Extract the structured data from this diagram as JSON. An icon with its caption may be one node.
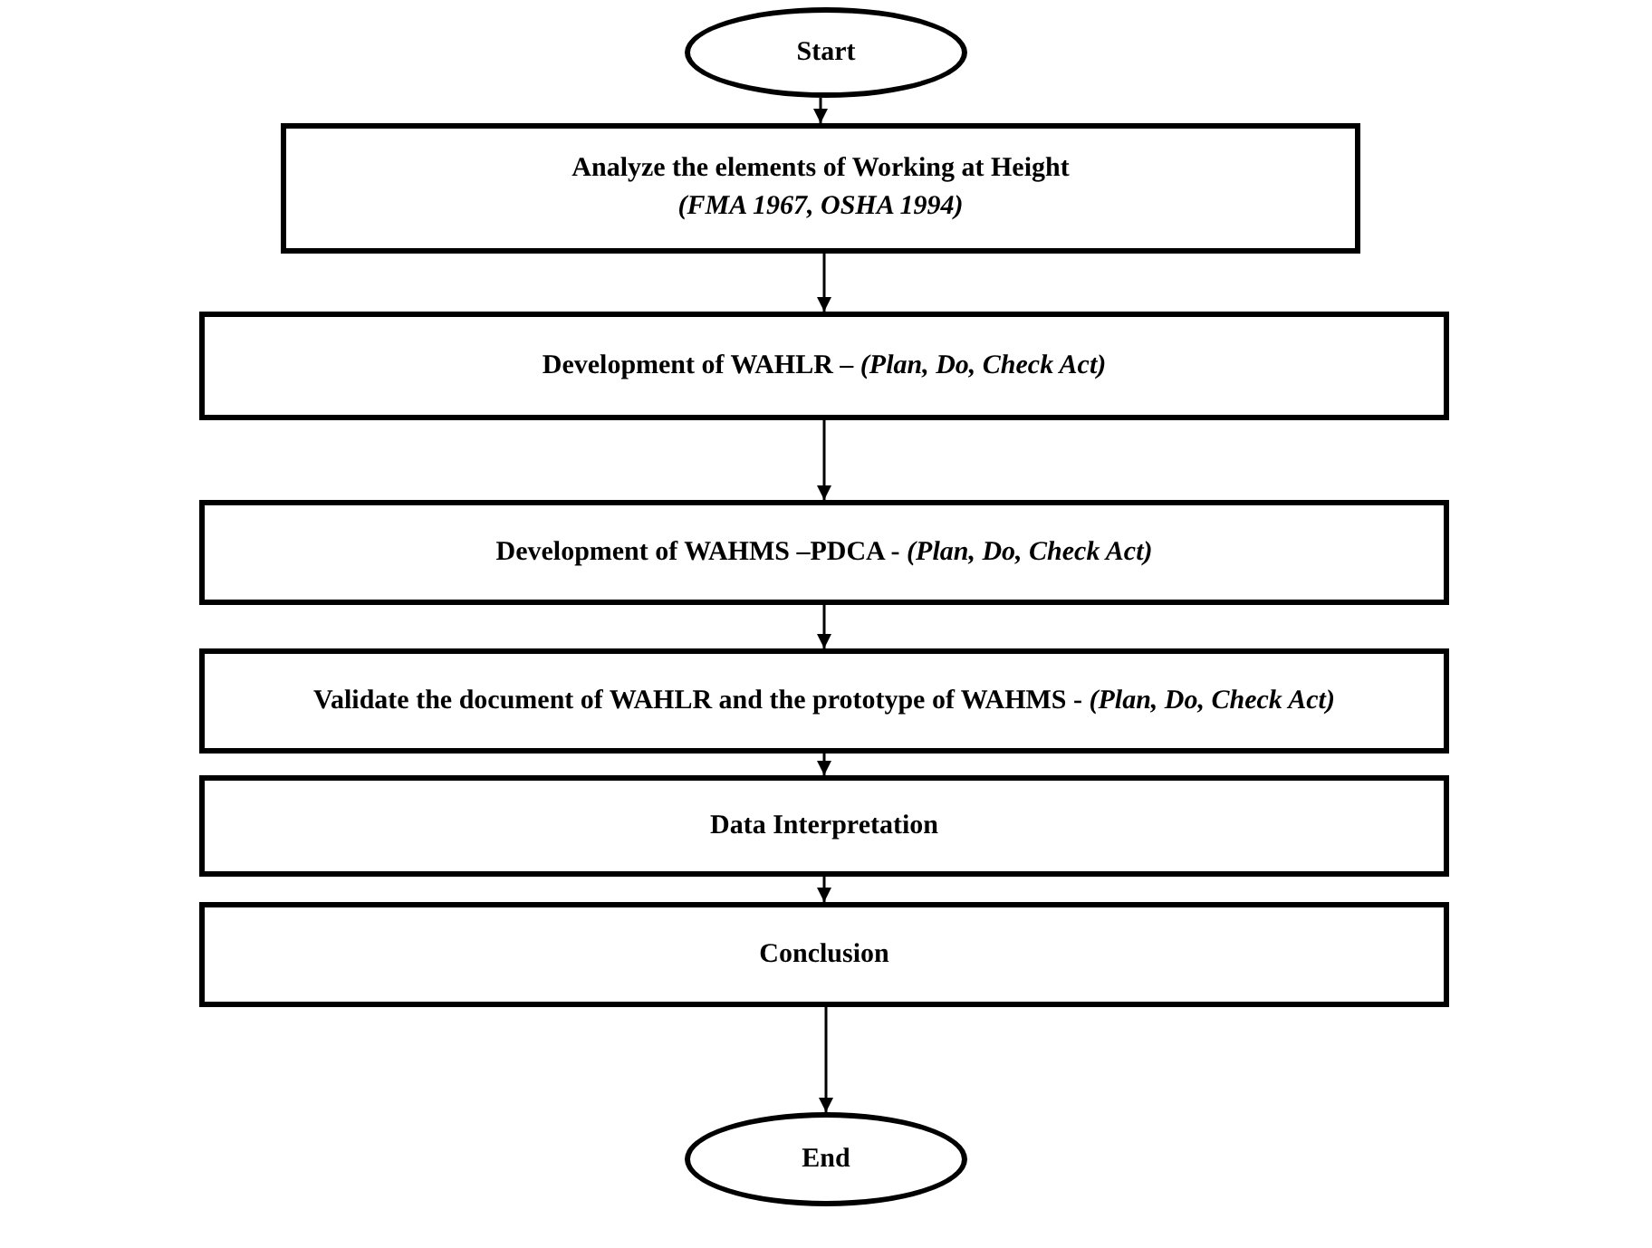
{
  "diagram": {
    "nodes": [
      {
        "text": [
          "Start"
        ]
      },
      {
        "text": [
          "Analyze the elements of Working at Height",
          "(FMA 1967, OSHA 1994)"
        ]
      },
      {
        "text": [
          "Development of WAHLR – *(Plan, Do, Check Act)*"
        ]
      },
      {
        "text": [
          "Development of WAHMS –PDCA - *(Plan, Do, Check Act)*"
        ]
      },
      {
        "text": [
          "Validate the document of WAHLR and the prototype of WAHMS - *(Plan, Do, Check Act)*"
        ]
      },
      {
        "text": [
          "Data Interpretation"
        ]
      },
      {
        "text": [
          "Conclusion"
        ]
      },
      {
        "text": [
          "End"
        ]
      }
    ],
    "edges": [
      {
        "from": 0,
        "to": 1,
        "arrow": "to"
      },
      {
        "from": 1,
        "to": 2,
        "arrow": "to"
      },
      {
        "from": 2,
        "to": 3,
        "arrow": "to"
      },
      {
        "from": 3,
        "to": 4,
        "arrow": "to"
      },
      {
        "from": 4,
        "to": 5,
        "arrow": "to"
      },
      {
        "from": 5,
        "to": 6,
        "arrow": "to"
      },
      {
        "from": 6,
        "to": 7,
        "arrow": "to"
      }
    ]
  }
}
